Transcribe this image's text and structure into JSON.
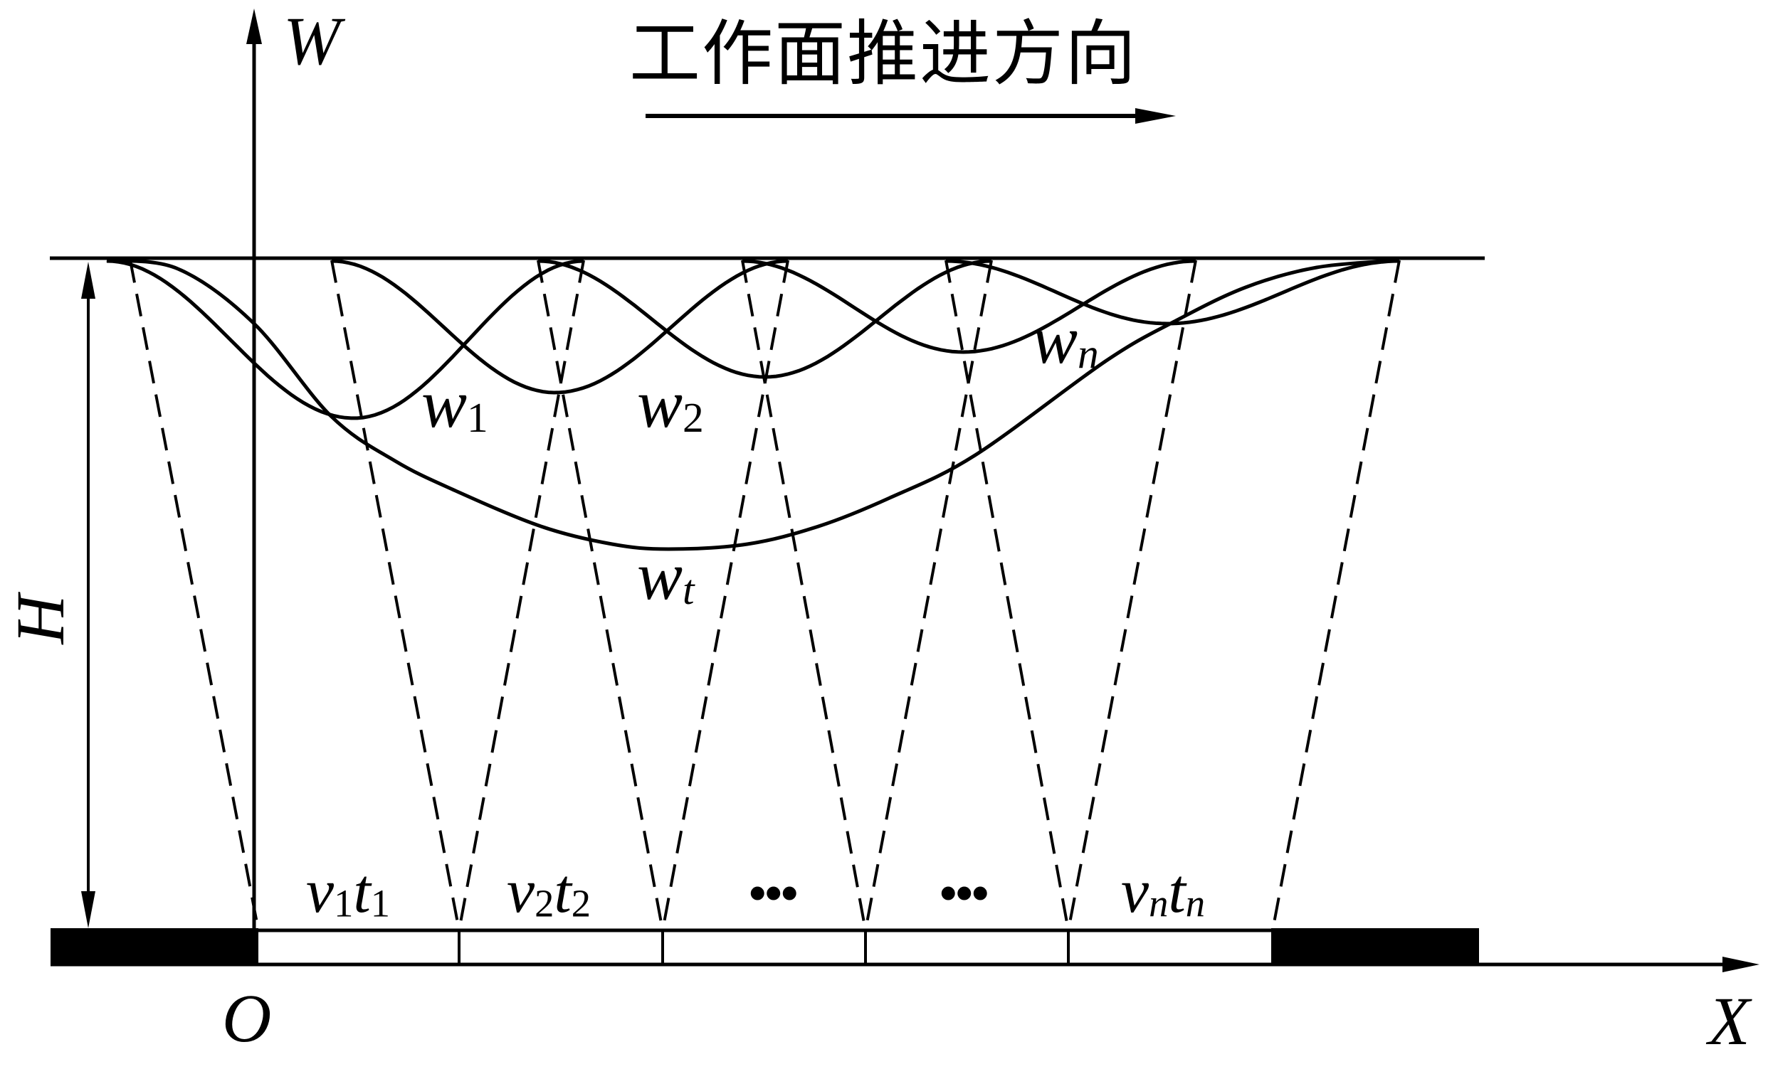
{
  "title": "工作面推进方向",
  "axes": {
    "vertical_label": "W",
    "horizontal_label": "X",
    "origin_label": "O",
    "depth_label": "H"
  },
  "curves": [
    {
      "id": "w1",
      "base": "w",
      "sub": "1",
      "sub_italic": false
    },
    {
      "id": "w2",
      "base": "w",
      "sub": "2",
      "sub_italic": false
    },
    {
      "id": "wn",
      "base": "w",
      "sub": "n",
      "sub_italic": true
    },
    {
      "id": "wt",
      "base": "w",
      "sub": "t",
      "sub_italic": true
    }
  ],
  "segments": [
    {
      "v": "v",
      "vsub": "1",
      "t": "t",
      "tsub": "1"
    },
    {
      "v": "v",
      "vsub": "2",
      "t": "t",
      "tsub": "2"
    },
    {
      "ellipsis": "•••"
    },
    {
      "ellipsis": "•••"
    },
    {
      "v": "v",
      "vsub": "n",
      "t": "t",
      "tsub": "n"
    }
  ],
  "colors": {
    "ink": "#000000",
    "background": "#ffffff",
    "coal_pillar": "#000000"
  }
}
